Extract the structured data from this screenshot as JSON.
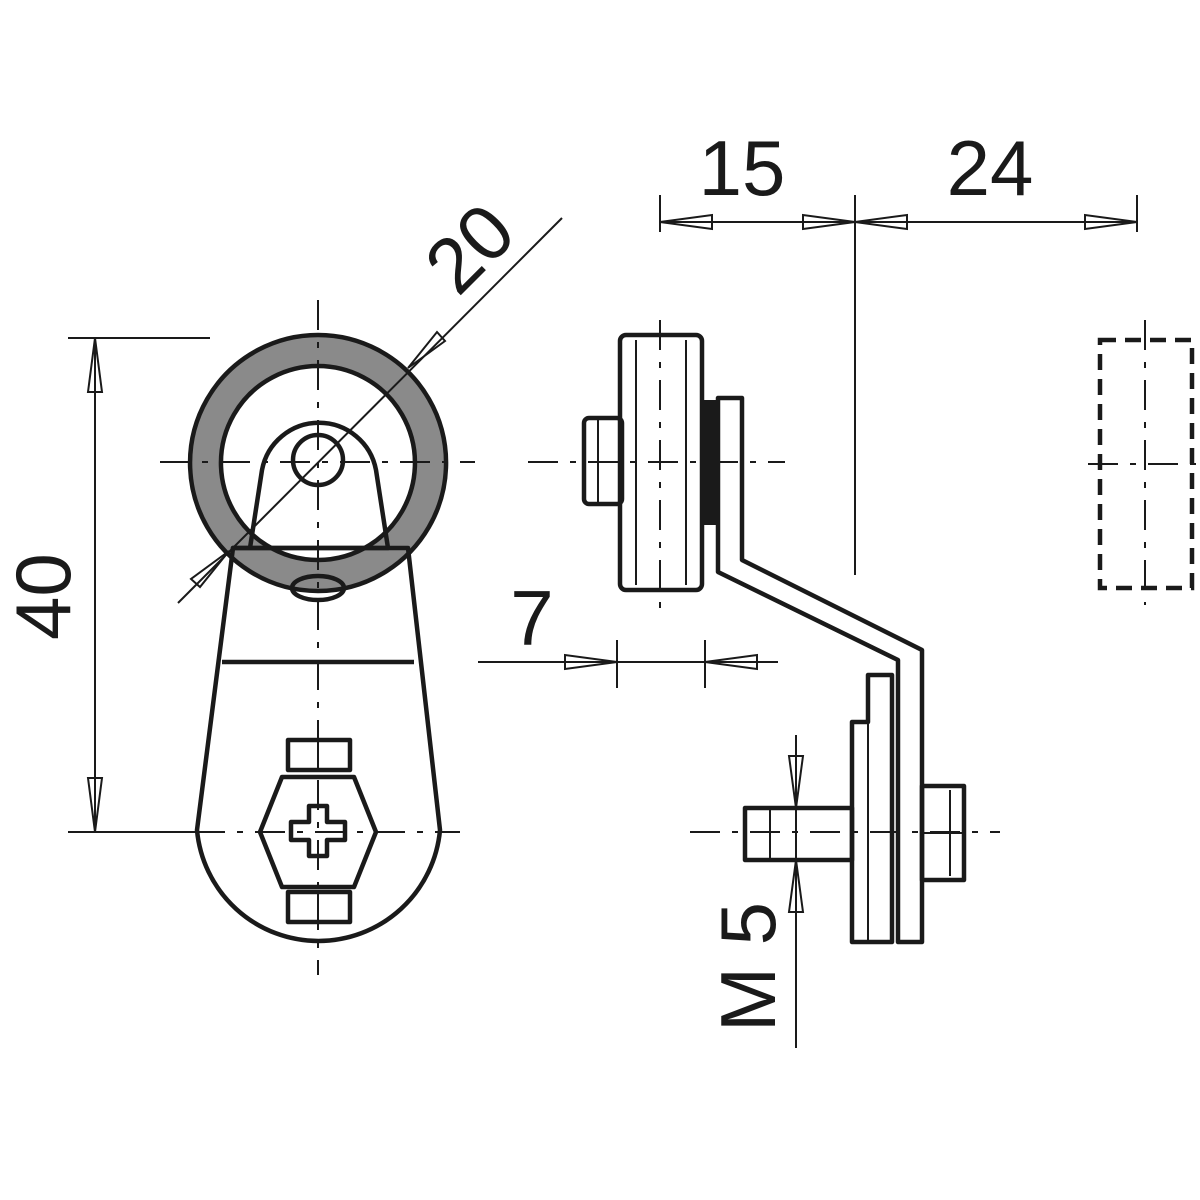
{
  "dimensions": {
    "roller_diameter": "20",
    "lever_length": "40",
    "offset_left": "15",
    "offset_right": "24",
    "roller_width": "7",
    "thread": "M 5"
  },
  "colors": {
    "line": "#1a1a1a",
    "roller_tire": "#8a8a8a",
    "background": "#ffffff"
  }
}
